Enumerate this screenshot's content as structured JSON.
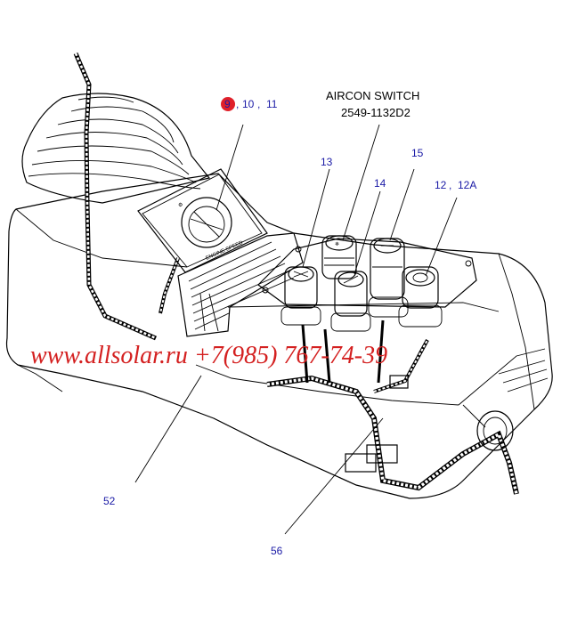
{
  "diagram": {
    "aircon_switch_title": "AIRCON SWITCH",
    "aircon_switch_part": "2549-1132D2",
    "callouts": {
      "c9": "9",
      "c10": "10",
      "c11": "11",
      "c12": "12",
      "c12a": "12A",
      "c13": "13",
      "c14": "14",
      "c15": "15",
      "c52": "52",
      "c56": "56"
    },
    "panel_text": "ENGINE SPEED",
    "watermark": "www.allsolar.ru +7(985) 767-74-39"
  },
  "colors": {
    "callout": "#1a1aa6",
    "highlight": "#e0202a",
    "watermark": "#d42020"
  }
}
